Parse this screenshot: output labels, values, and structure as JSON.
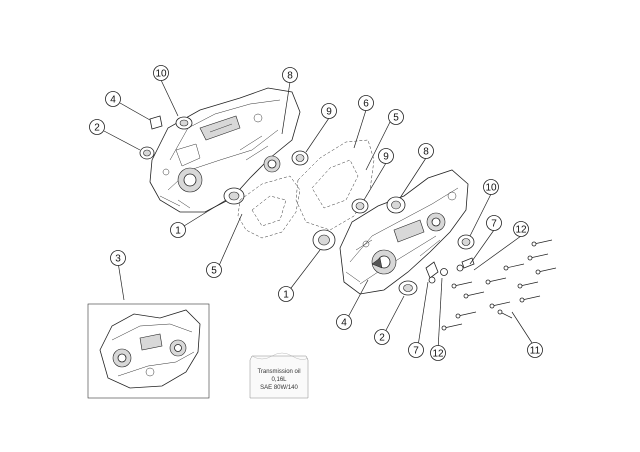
{
  "callouts": [
    {
      "id": "c10a",
      "label": "10"
    },
    {
      "id": "c8a",
      "label": "8"
    },
    {
      "id": "c4a",
      "label": "4"
    },
    {
      "id": "c2a",
      "label": "2"
    },
    {
      "id": "c9a",
      "label": "9"
    },
    {
      "id": "c6",
      "label": "6"
    },
    {
      "id": "c5a",
      "label": "5"
    },
    {
      "id": "c9b",
      "label": "9"
    },
    {
      "id": "c8b",
      "label": "8"
    },
    {
      "id": "c10b",
      "label": "10"
    },
    {
      "id": "c7a",
      "label": "7"
    },
    {
      "id": "c12a",
      "label": "12"
    },
    {
      "id": "c1a",
      "label": "1"
    },
    {
      "id": "c5b",
      "label": "5"
    },
    {
      "id": "c1b",
      "label": "1"
    },
    {
      "id": "c3",
      "label": "3"
    },
    {
      "id": "c4b",
      "label": "4"
    },
    {
      "id": "c2b",
      "label": "2"
    },
    {
      "id": "c7b",
      "label": "7"
    },
    {
      "id": "c12b",
      "label": "12"
    },
    {
      "id": "c11",
      "label": "11"
    }
  ],
  "note": {
    "line1": "Transmission oil",
    "line2": "0,16L",
    "line3": "SAE 80W/140"
  }
}
